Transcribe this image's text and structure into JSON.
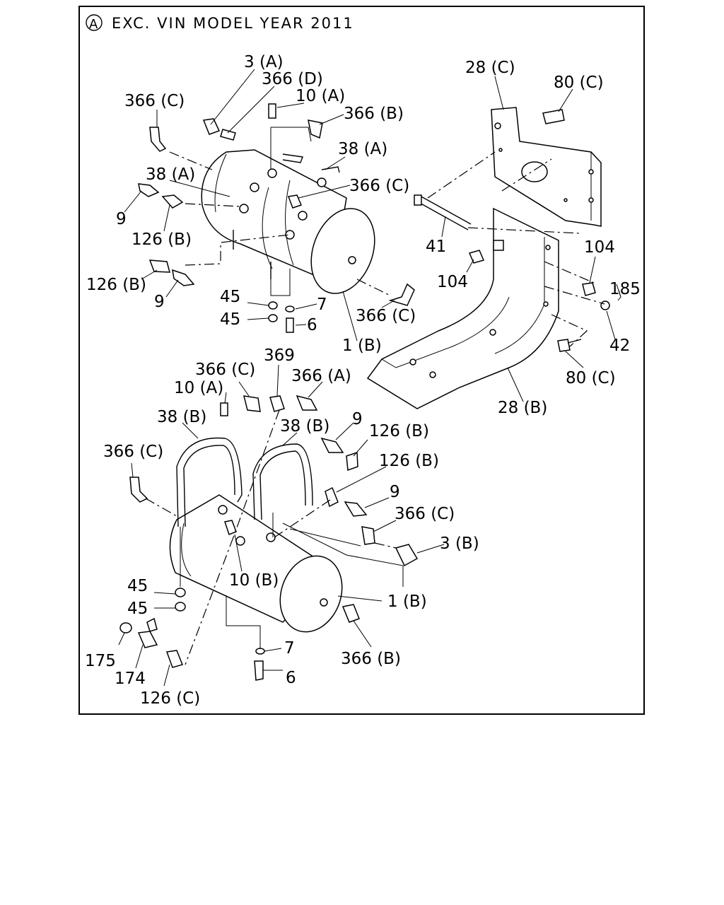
{
  "header": {
    "circle_letter": "A",
    "text": "EXC. VIN MODEL YEAR 2011"
  },
  "callouts": {
    "c3a": "3 (A)",
    "c366d": "366 (D)",
    "c10a_top": "10 (A)",
    "c366b_top": "366 (B)",
    "c366c_tl": "366 (C)",
    "c38a_r": "38 (A)",
    "c38a_l": "38 (A)",
    "c366c_mid": "366 (C)",
    "c9_top": "9",
    "c126b_top": "126 (B)",
    "c126b_left": "126 (B)",
    "c9_left": "9",
    "c45_a": "45",
    "c45_b": "45",
    "c7_top": "7",
    "c6_top": "6",
    "c1b_top": "1 (B)",
    "c366c_end": "366 (C)",
    "c28c": "28 (C)",
    "c80c_top": "80 (C)",
    "c41": "41",
    "c104_l": "104",
    "c104_r": "104",
    "c185": "185",
    "c42": "42",
    "c80c_bot": "80 (C)",
    "c28b": "28 (B)",
    "c366c_b1": "366 (C)",
    "c369": "369",
    "c366a": "366 (A)",
    "c10a_bot": "10 (A)",
    "c38b_l": "38 (B)",
    "c38b_r": "38 (B)",
    "c9_b1": "9",
    "c126b_b1": "126 (B)",
    "c126b_b2": "126 (B)",
    "c366c_bl": "366 (C)",
    "c9_b2": "9",
    "c366c_b2": "366 (C)",
    "c3b": "3 (B)",
    "c10b": "10 (B)",
    "c1b_bot": "1 (B)",
    "c45_c": "45",
    "c45_d": "45",
    "c7_bot": "7",
    "c6_bot": "6",
    "c175": "175",
    "c174": "174",
    "c126c": "126 (C)",
    "c366b_bot": "366 (B)"
  }
}
